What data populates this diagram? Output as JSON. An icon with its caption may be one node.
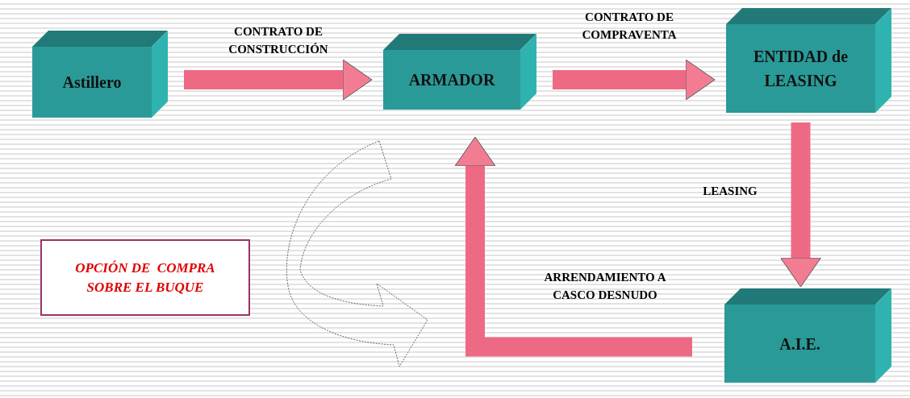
{
  "diagram": {
    "nodes": [
      {
        "text": [
          "Astillero"
        ]
      },
      {
        "text": [
          "ARMADOR"
        ]
      },
      {
        "text": [
          "ENTIDAD de LEASING"
        ]
      },
      {
        "text": [
          "A.I.E."
        ]
      },
      {
        "text": [
          "OPCIÓN DE  COMPRA SOBRE EL BUQUE"
        ]
      }
    ],
    "edges": [
      {
        "from": 0,
        "to": 1,
        "arrow": "to",
        "label": "CONTRATO DE CONSTRUCCIÓN"
      },
      {
        "from": 1,
        "to": 2,
        "arrow": "to",
        "label": "CONTRATO DE COMPRAVENTA"
      },
      {
        "from": 2,
        "to": 3,
        "arrow": "to",
        "label": "LEASING"
      },
      {
        "from": 3,
        "to": 1,
        "arrow": "to",
        "label": "ARRENDAMIENTO A CASCO DESNUDO"
      }
    ]
  }
}
